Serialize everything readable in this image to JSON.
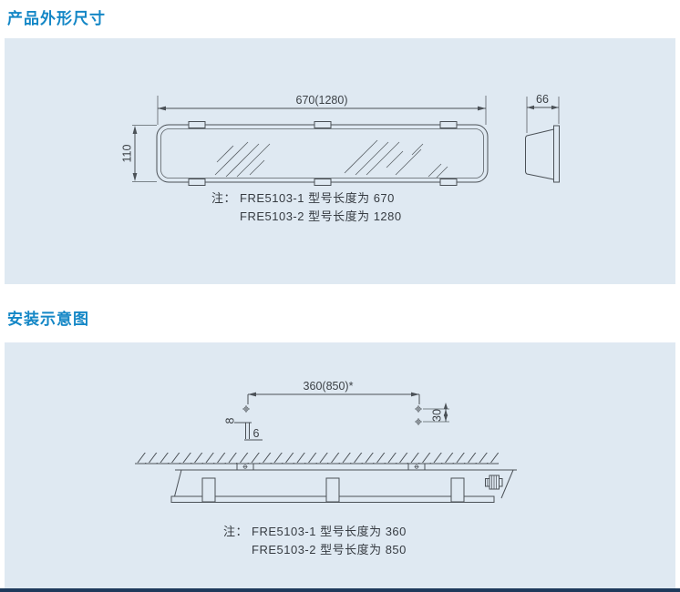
{
  "page": {
    "accent_color": "#1487c6",
    "panel_bg_color": "#dfe9f2",
    "footer_bar_color": "#1e3a5c",
    "line_color": "#4b5157"
  },
  "outline_section": {
    "title": "产品外形尺寸",
    "front_view": {
      "length_dim": "670(1280)",
      "height_dim": "110"
    },
    "side_view": {
      "depth_dim": "66"
    },
    "note": {
      "prefix": "注：",
      "line1": "FRE5103-1 型号长度为 670",
      "line2": "FRE5103-2 型号长度为 1280"
    }
  },
  "install_section": {
    "title": "安装示意图",
    "dims": {
      "mount_span": "360(850)*",
      "hole_spacing": "30",
      "clip_height": "8",
      "clip_width": "6"
    },
    "note": {
      "prefix": "注：",
      "line1": "FRE5103-1 型号长度为 360",
      "line2": "FRE5103-2 型号长度为 850"
    }
  }
}
